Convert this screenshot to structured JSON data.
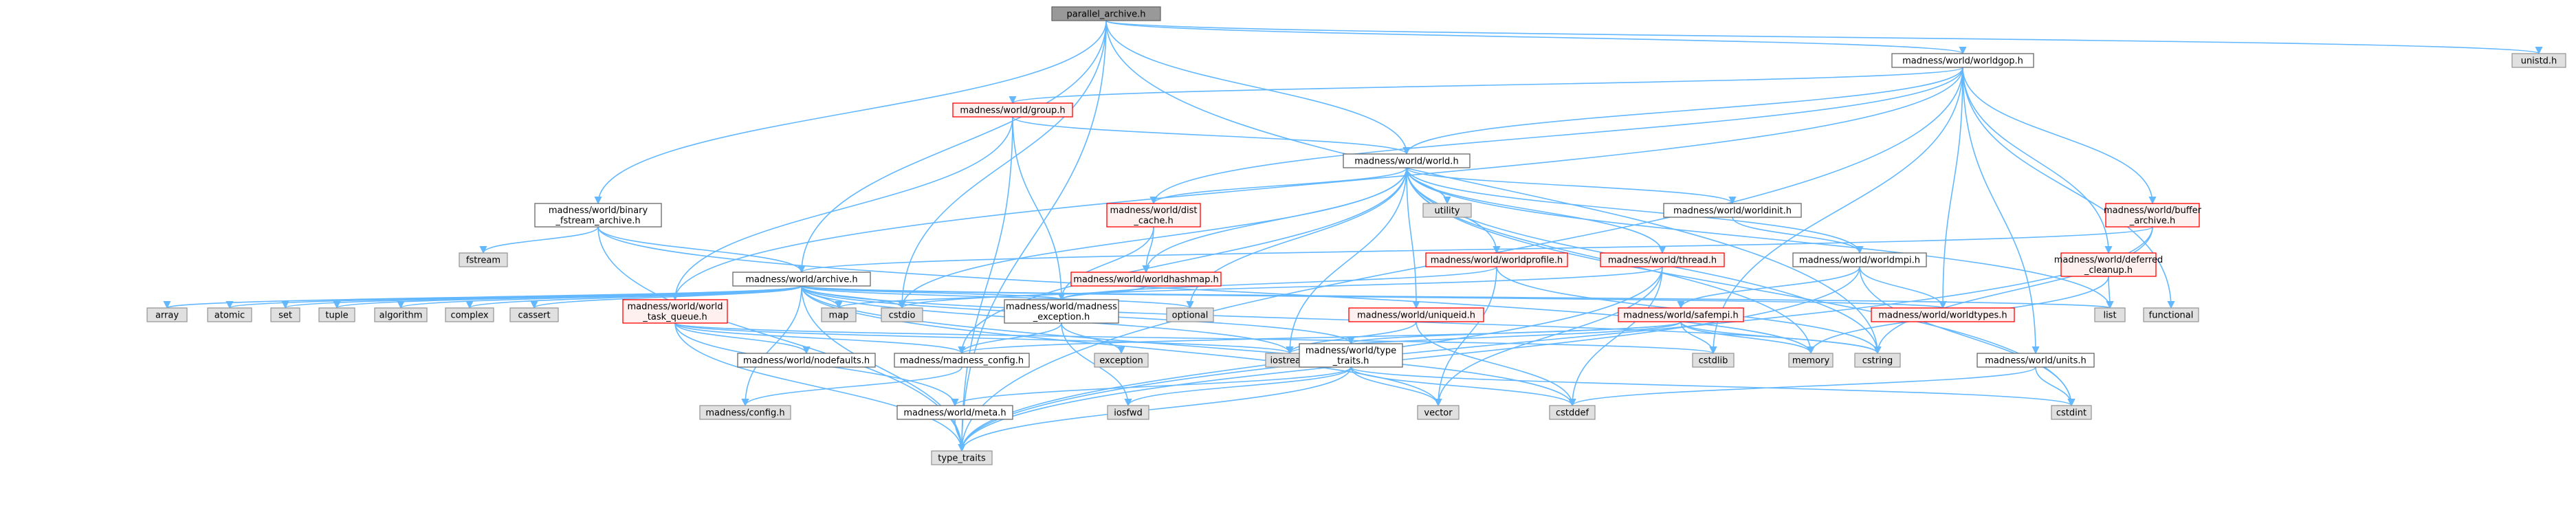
{
  "colors": {
    "edge": "#63b8ff",
    "root_fill": "#999999",
    "red_border": "#ff0000",
    "red_fill": "#fff0f0",
    "gray_fill": "#e0e0e0",
    "gray_border": "#999999",
    "plain_border": "#666666",
    "text": "#000000"
  },
  "nodes": [
    {
      "id": "root",
      "label": "parallel_archive.h",
      "kind": "root"
    },
    {
      "id": "worldgop",
      "label": "madness/world/worldgop.h",
      "kind": "plain"
    },
    {
      "id": "unistd",
      "label": "unistd.h",
      "kind": "system"
    },
    {
      "id": "group",
      "label": "madness/world/group.h",
      "kind": "red"
    },
    {
      "id": "world",
      "label": "madness/world/world.h",
      "kind": "plain"
    },
    {
      "id": "binary",
      "label": [
        "madness/world/binary",
        "_fstream_archive.h"
      ],
      "kind": "plain"
    },
    {
      "id": "distcache",
      "label": [
        "madness/world/dist",
        "_cache.h"
      ],
      "kind": "red"
    },
    {
      "id": "utility",
      "label": "utility",
      "kind": "system"
    },
    {
      "id": "worldinit",
      "label": "madness/world/worldinit.h",
      "kind": "plain"
    },
    {
      "id": "buffer",
      "label": [
        "madness/world/buffer",
        "_archive.h"
      ],
      "kind": "red"
    },
    {
      "id": "fstream",
      "label": "fstream",
      "kind": "system"
    },
    {
      "id": "archive",
      "label": "madness/world/archive.h",
      "kind": "plain"
    },
    {
      "id": "hashmap",
      "label": "madness/world/worldhashmap.h",
      "kind": "red"
    },
    {
      "id": "profile",
      "label": "madness/world/worldprofile.h",
      "kind": "red"
    },
    {
      "id": "thread",
      "label": "madness/world/thread.h",
      "kind": "red"
    },
    {
      "id": "worldmpi",
      "label": "madness/world/worldmpi.h",
      "kind": "plain"
    },
    {
      "id": "deferred",
      "label": [
        "madness/world/deferred",
        "_cleanup.h"
      ],
      "kind": "red"
    },
    {
      "id": "array",
      "label": "array",
      "kind": "system"
    },
    {
      "id": "atomic",
      "label": "atomic",
      "kind": "system"
    },
    {
      "id": "set",
      "label": "set",
      "kind": "system"
    },
    {
      "id": "tuple",
      "label": "tuple",
      "kind": "system"
    },
    {
      "id": "algorithm",
      "label": "algorithm",
      "kind": "system"
    },
    {
      "id": "complex",
      "label": "complex",
      "kind": "system"
    },
    {
      "id": "cassert",
      "label": "cassert",
      "kind": "system"
    },
    {
      "id": "taskqueue",
      "label": [
        "madness/world/world",
        "_task_queue.h"
      ],
      "kind": "red"
    },
    {
      "id": "map",
      "label": "map",
      "kind": "system"
    },
    {
      "id": "cstdio",
      "label": "cstdio",
      "kind": "system"
    },
    {
      "id": "madexc",
      "label": [
        "madness/world/madness",
        "_exception.h"
      ],
      "kind": "plain"
    },
    {
      "id": "optional",
      "label": "optional",
      "kind": "system"
    },
    {
      "id": "uniqueid",
      "label": "madness/world/uniqueid.h",
      "kind": "red"
    },
    {
      "id": "safempi",
      "label": "madness/world/safempi.h",
      "kind": "red"
    },
    {
      "id": "worldtypes",
      "label": "madness/world/worldtypes.h",
      "kind": "red"
    },
    {
      "id": "list",
      "label": "list",
      "kind": "system"
    },
    {
      "id": "functional",
      "label": "functional",
      "kind": "system"
    },
    {
      "id": "nodefaults",
      "label": "madness/world/nodefaults.h",
      "kind": "plain"
    },
    {
      "id": "madconfig",
      "label": "madness/madness_config.h",
      "kind": "plain"
    },
    {
      "id": "exception",
      "label": "exception",
      "kind": "system"
    },
    {
      "id": "iostream",
      "label": "iostream",
      "kind": "system"
    },
    {
      "id": "typetraitsm",
      "label": [
        "madness/world/type",
        "_traits.h"
      ],
      "kind": "plain"
    },
    {
      "id": "cstdlib",
      "label": "cstdlib",
      "kind": "system"
    },
    {
      "id": "memory",
      "label": "memory",
      "kind": "system"
    },
    {
      "id": "cstring",
      "label": "cstring",
      "kind": "system"
    },
    {
      "id": "units",
      "label": "madness/world/units.h",
      "kind": "plain"
    },
    {
      "id": "configh",
      "label": "madness/config.h",
      "kind": "system"
    },
    {
      "id": "meta",
      "label": "madness/world/meta.h",
      "kind": "plain"
    },
    {
      "id": "iosfwd",
      "label": "iosfwd",
      "kind": "system"
    },
    {
      "id": "vector",
      "label": "vector",
      "kind": "system"
    },
    {
      "id": "cstddef",
      "label": "cstddef",
      "kind": "system"
    },
    {
      "id": "cstdint",
      "label": "cstdint",
      "kind": "system"
    },
    {
      "id": "typetraits",
      "label": "type_traits",
      "kind": "system"
    }
  ],
  "edges": [
    [
      "root",
      "worldgop"
    ],
    [
      "root",
      "unistd"
    ],
    [
      "root",
      "world"
    ],
    [
      "root",
      "binary"
    ],
    [
      "root",
      "archive"
    ],
    [
      "root",
      "cstdio"
    ],
    [
      "root",
      "typetraits"
    ],
    [
      "root",
      "cstring"
    ],
    [
      "worldgop",
      "group"
    ],
    [
      "worldgop",
      "world"
    ],
    [
      "worldgop",
      "distcache"
    ],
    [
      "worldgop",
      "buffer"
    ],
    [
      "worldgop",
      "deferred"
    ],
    [
      "worldgop",
      "worldtypes"
    ],
    [
      "worldgop",
      "functional"
    ],
    [
      "worldgop",
      "taskqueue"
    ],
    [
      "worldgop",
      "typetraits"
    ],
    [
      "worldgop",
      "units"
    ],
    [
      "worldgop",
      "cstdlib"
    ],
    [
      "group",
      "world"
    ],
    [
      "group",
      "madexc"
    ],
    [
      "group",
      "taskqueue"
    ],
    [
      "group",
      "typetraits"
    ],
    [
      "world",
      "utility"
    ],
    [
      "world",
      "worldinit"
    ],
    [
      "world",
      "distcache"
    ],
    [
      "world",
      "hashmap"
    ],
    [
      "world",
      "profile"
    ],
    [
      "world",
      "thread"
    ],
    [
      "world",
      "worldmpi"
    ],
    [
      "world",
      "uniqueid"
    ],
    [
      "world",
      "optional"
    ],
    [
      "world",
      "iostream"
    ],
    [
      "world",
      "list"
    ],
    [
      "world",
      "madconfig"
    ],
    [
      "world",
      "cstdio"
    ],
    [
      "world",
      "memory"
    ],
    [
      "world",
      "cstdint"
    ],
    [
      "world",
      "cstring"
    ],
    [
      "binary",
      "fstream"
    ],
    [
      "binary",
      "archive"
    ],
    [
      "binary",
      "typetraits"
    ],
    [
      "binary",
      "memory"
    ],
    [
      "distcache",
      "hashmap"
    ],
    [
      "distcache",
      "madexc"
    ],
    [
      "worldinit",
      "worldmpi"
    ],
    [
      "buffer",
      "archive"
    ],
    [
      "buffer",
      "typetraits"
    ],
    [
      "buffer",
      "cstring"
    ],
    [
      "archive",
      "array"
    ],
    [
      "archive",
      "atomic"
    ],
    [
      "archive",
      "set"
    ],
    [
      "archive",
      "tuple"
    ],
    [
      "archive",
      "algorithm"
    ],
    [
      "archive",
      "complex"
    ],
    [
      "archive",
      "cassert"
    ],
    [
      "archive",
      "map"
    ],
    [
      "archive",
      "cstdio"
    ],
    [
      "archive",
      "madexc"
    ],
    [
      "archive",
      "optional"
    ],
    [
      "archive",
      "typetraitsm"
    ],
    [
      "archive",
      "iostream"
    ],
    [
      "archive",
      "cstddef"
    ],
    [
      "archive",
      "cstring"
    ],
    [
      "archive",
      "vector"
    ],
    [
      "archive",
      "list"
    ],
    [
      "archive",
      "configh"
    ],
    [
      "archive",
      "typetraits"
    ],
    [
      "archive",
      "worldtypes"
    ],
    [
      "hashmap",
      "madexc"
    ],
    [
      "hashmap",
      "map"
    ],
    [
      "profile",
      "vector"
    ],
    [
      "profile",
      "madexc"
    ],
    [
      "profile",
      "cstring"
    ],
    [
      "thread",
      "cstddef"
    ],
    [
      "thread",
      "vector"
    ],
    [
      "thread",
      "typetraits"
    ],
    [
      "thread",
      "cstdio"
    ],
    [
      "worldmpi",
      "safempi"
    ],
    [
      "worldmpi",
      "worldtypes"
    ],
    [
      "worldmpi",
      "typetraits"
    ],
    [
      "worldmpi",
      "cstdint"
    ],
    [
      "deferred",
      "list"
    ],
    [
      "deferred",
      "memory"
    ],
    [
      "taskqueue",
      "nodefaults"
    ],
    [
      "taskqueue",
      "madconfig"
    ],
    [
      "taskqueue",
      "meta"
    ],
    [
      "taskqueue",
      "cstdlib"
    ],
    [
      "taskqueue",
      "iostream"
    ],
    [
      "taskqueue",
      "typetraits"
    ],
    [
      "madexc",
      "madconfig"
    ],
    [
      "madexc",
      "exception"
    ],
    [
      "madexc",
      "iosfwd"
    ],
    [
      "uniqueid",
      "iostream"
    ],
    [
      "uniqueid",
      "cstddef"
    ],
    [
      "safempi",
      "madconfig"
    ],
    [
      "safempi",
      "typetraitsm"
    ],
    [
      "safempi",
      "iostream"
    ],
    [
      "safempi",
      "cstdlib"
    ],
    [
      "safempi",
      "memory"
    ],
    [
      "safempi",
      "cstring"
    ],
    [
      "madconfig",
      "configh"
    ],
    [
      "typetraitsm",
      "meta"
    ],
    [
      "typetraitsm",
      "iosfwd"
    ],
    [
      "typetraitsm",
      "vector"
    ],
    [
      "typetraitsm",
      "cstddef"
    ],
    [
      "typetraitsm",
      "cstdint"
    ],
    [
      "typetraitsm",
      "typetraits"
    ],
    [
      "units",
      "cstddef"
    ],
    [
      "units",
      "cstdint"
    ],
    [
      "meta",
      "typetraits"
    ]
  ]
}
